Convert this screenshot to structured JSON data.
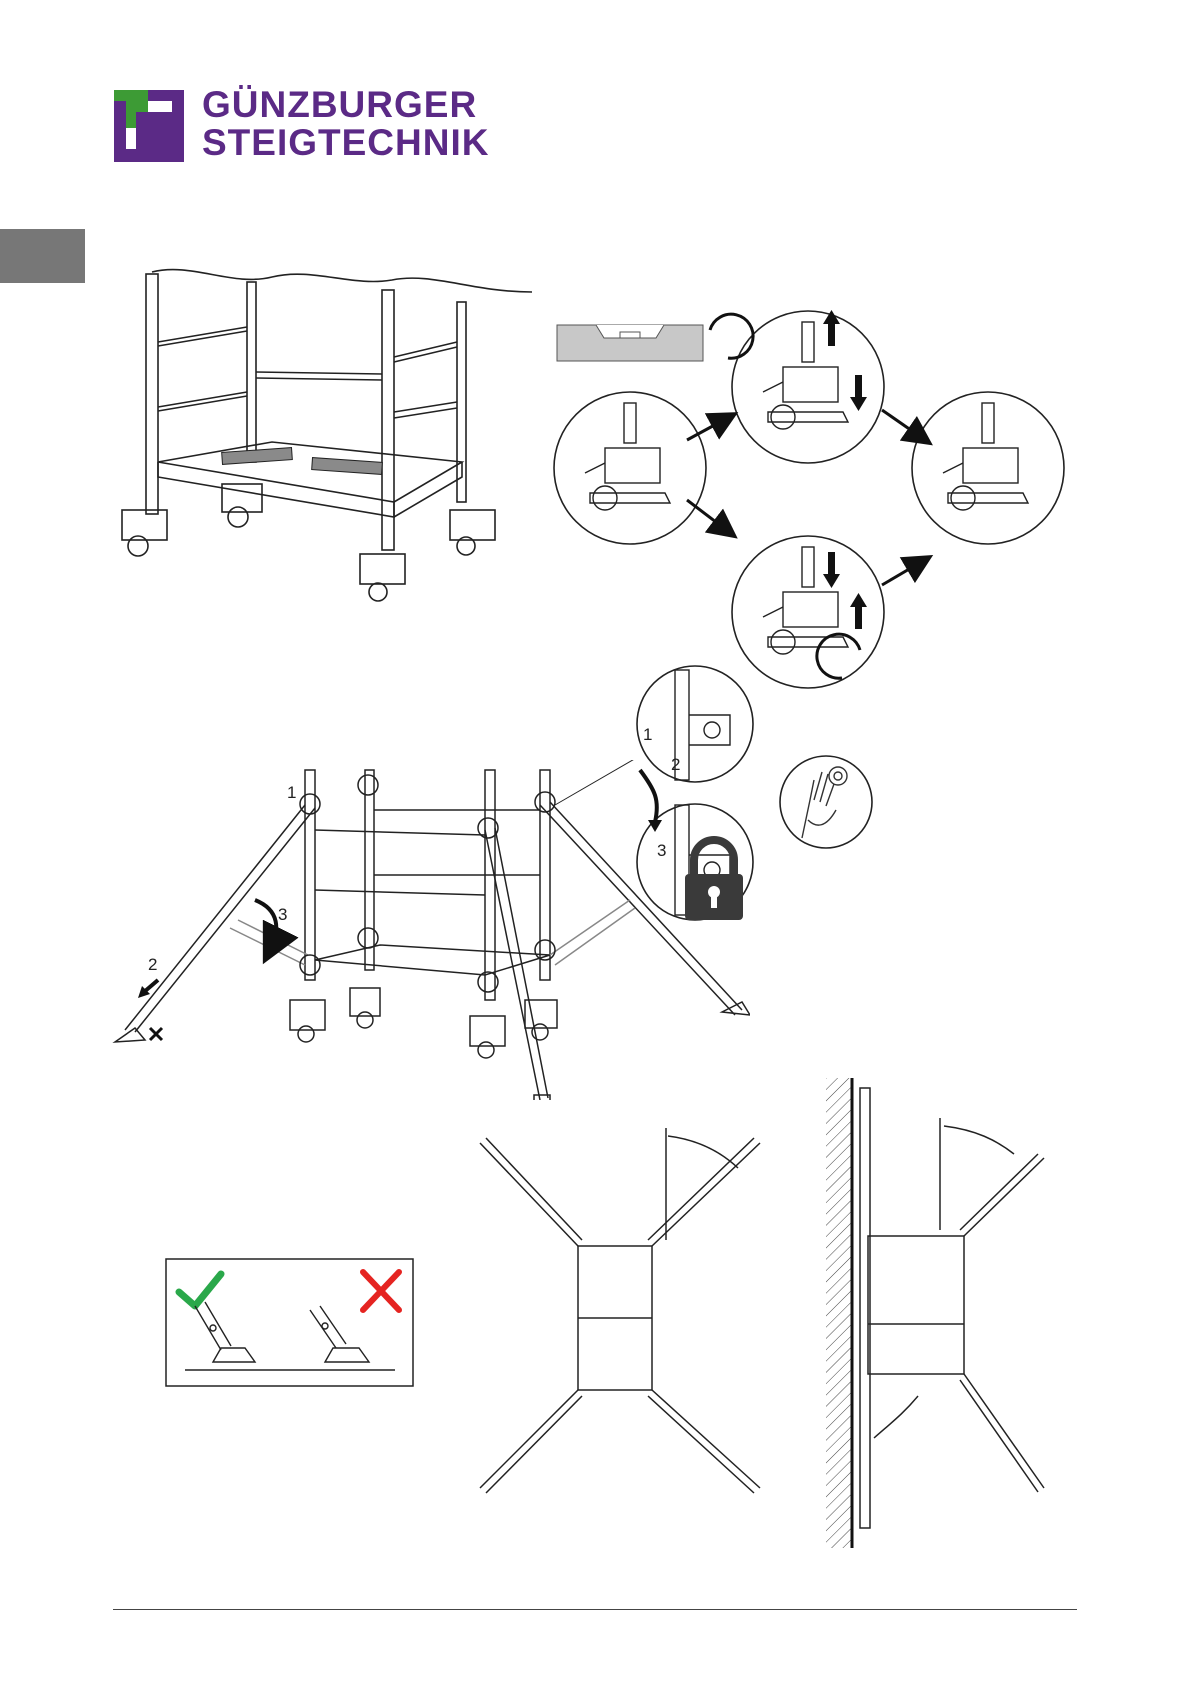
{
  "brand": {
    "line1": "GÜNZBURGER",
    "line2": "STEIGTECHNIK",
    "color": "#5b2a86"
  },
  "colors": {
    "tab_marker": "#777777",
    "check": "#2aa84a",
    "cross": "#e52421",
    "level_tool": "#c8c8c8",
    "lock": "#3a3a3a",
    "footer_rule": "#444444"
  },
  "steps": {
    "brace_1": "1",
    "brace_2": "2",
    "brace_3": "3",
    "detail_1": "1",
    "detail_2": "2",
    "detail_3": "3"
  },
  "icons": [
    "spirit-level-icon",
    "rotate-counterclockwise-icon",
    "rotate-clockwise-icon",
    "arrow-up-icon",
    "arrow-down-icon",
    "padlock-icon",
    "hand-icon",
    "check-icon",
    "cross-icon"
  ]
}
